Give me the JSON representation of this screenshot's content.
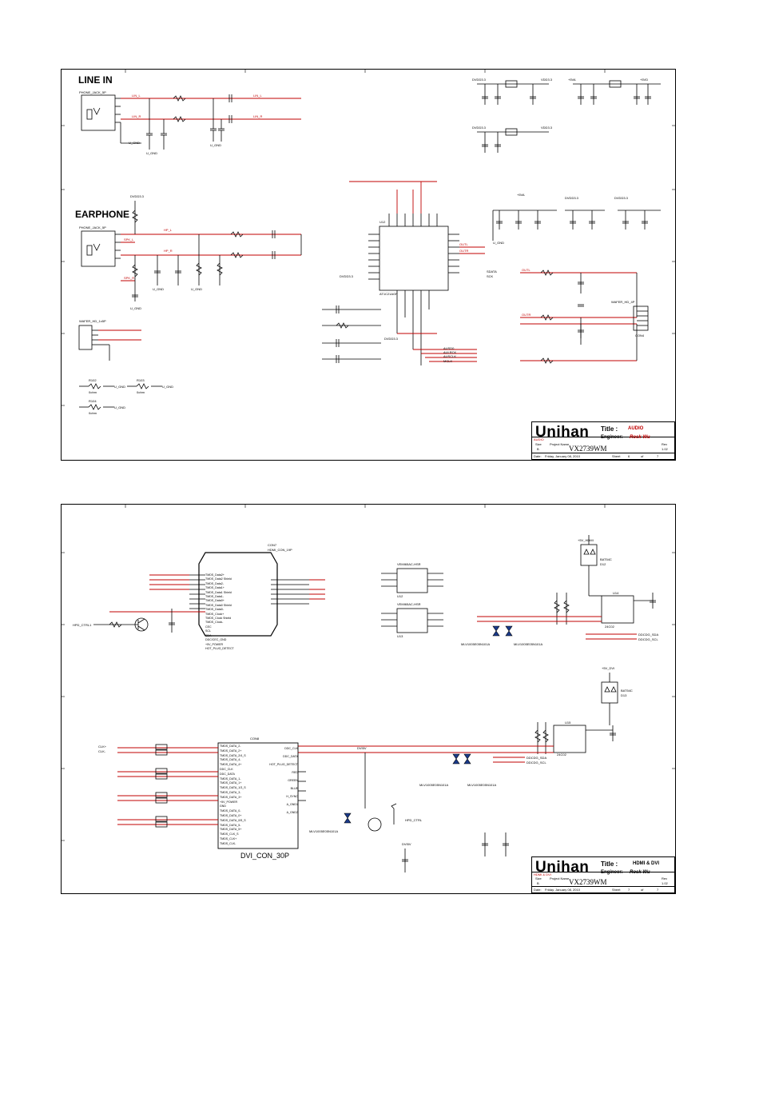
{
  "sheet1": {
    "section_line_in": "LINE IN",
    "section_earphone": "EARPHONE",
    "titleblock": {
      "company": "Unihan",
      "title_label": "Title :",
      "title": "AUDIO",
      "small_title": "AUDIO",
      "engineer_label": "Engineer:",
      "engineer": "Rock Wu",
      "size_label": "Size",
      "size": "B",
      "project_label": "Project Name",
      "project": "VX2739WM",
      "rev_label": "Rev",
      "rev": "1.02",
      "date_label": "Date:",
      "date": "Friday, January 08, 2010",
      "sheet_label": "Sheet",
      "sheet_no": "6",
      "of_label": "of",
      "sheet_total": "7"
    },
    "labels": {
      "jack1": "PHONE_JACK_5P",
      "jack2": "PHONE_JACK_5P",
      "wafer1": "WAFER_HD_1x5P",
      "wafer2": "WAFER_HD_4P",
      "conn4": "CON4",
      "ic": "AT1C21AGF",
      "ic_ref": "U12",
      "dvdd33_a": "DVDD3.3",
      "dvdd33_b": "DVDD3.3",
      "dvdd33_c": "DVDD3.3",
      "dvdd33_d": "DVDD3.3",
      "vdd33_a": "VDD3.3",
      "vdd33_b": "VDD3.3",
      "p5va": "+5VA",
      "p5vd": "+5VD",
      "u_gnd": "U_GND",
      "lin_l": "LIN_L",
      "lin_r": "LIN_R",
      "hp_l": "HP_L",
      "hp_r": "HP_R",
      "spkl": "SPK_L",
      "spkr": "SPK_R",
      "r102": "R102",
      "r103": "R103",
      "r104": "R104",
      "ohm0": "0ohm",
      "outl": "OUTL",
      "outr": "OUTR",
      "mclk": "MCLK",
      "aulrck": "AULRCK",
      "ausclk": "AUSCLK",
      "ausd": "AUSD0",
      "sdata": "SDATA",
      "sck": "SCK"
    }
  },
  "sheet2": {
    "titleblock": {
      "company": "Unihan",
      "title_label": "Title :",
      "title": "HDMI & DVI",
      "small_title": "HDMI & DVI",
      "engineer_label": "Engineer:",
      "engineer": "Rock Wu",
      "size_label": "Size",
      "size": "B",
      "project_label": "Project Name",
      "project": "VX2739WM",
      "rev_label": "Rev",
      "rev": "1.02",
      "date_label": "Date:",
      "date": "Friday, January 08, 2010",
      "sheet_label": "Sheet",
      "sheet_no": "7",
      "of_label": "of",
      "sheet_total": "7"
    },
    "labels": {
      "hdmi_con": "HDMI_CON_19P",
      "hdmi_ref": "CON7",
      "dvi_con": "DVI_CON_30P",
      "dvi_ref": "CON8",
      "bat54c_1": "BAT54C",
      "bat54c_2": "BAT54C",
      "d12": "D12",
      "d13": "D13",
      "eeprom1": "24C02",
      "eeprom2": "24C02",
      "u14": "U14",
      "u15": "U15",
      "esd1": "MLV1005E05N101A",
      "esd2": "MLV1005E05N101A",
      "esd3": "MLV1005E05N101A",
      "esd4": "MLV1005E05N101A",
      "esd5": "MLV1005E05N101A",
      "hpd_ctrl": "HPD_CTRL1",
      "hpd_ctrl2": "HPD_CTRL",
      "p5v_dvi": "+5V_DVI",
      "p5v_hdmi": "+5V_HDMI",
      "ddc_scl": "DDCDG_SCL",
      "ddc_sda": "DDCDG_SDA",
      "dvi_5v": "DVI5V",
      "clkp": "CLK+",
      "clkn": "CLK-",
      "vr1": "VEMI65AC-HSR",
      "vr2": "VEMI65AC-HSR",
      "u12": "U12",
      "u13": "U13"
    },
    "hdmi_pins": [
      "TMDS_Data2+",
      "TMDS_Data2 Shield",
      "TMDS_Data2-",
      "TMDS_Data1+",
      "TMDS_Data1 Shield",
      "TMDS_Data1-",
      "TMDS_Data0+",
      "TMDS_Data0 Shield",
      "TMDS_Data0-",
      "TMDS_Clock+",
      "TMDS_Clock Shield",
      "TMDS_Clock-",
      "CEC",
      "SCL",
      "SDA",
      "DDC/CEC_GND",
      "+5V_POWER",
      "HOT_PLUG_DETECT"
    ],
    "dvi_pins_left": [
      "TMDS_DATA_2-",
      "TMDS_DATA_2+",
      "TMDS_DATA_2/4_S",
      "TMDS_DATA_4-",
      "TMDS_DATA_4+",
      "DDC_CLK",
      "DDC_DATA",
      "TMDS_DATA_1-",
      "TMDS_DATA_1+",
      "TMDS_DATA_1/3_S",
      "TMDS_DATA_3-",
      "TMDS_DATA_3+",
      "+5V_POWER",
      "GND",
      "TMDS_DATA_0-",
      "TMDS_DATA_0+",
      "TMDS_DATA_0/5_S",
      "TMDS_DATA_5-",
      "TMDS_DATA_5+",
      "TMDS_CLK_S",
      "TMDS_CLK+",
      "TMDS_CLK-"
    ],
    "dvi_pins_right": [
      "DDC_CLK",
      "DDC_DATA",
      "HOT_PLUG_DETECT",
      "RED",
      "GREEN",
      "BLUE",
      "H_SYNC",
      "A_GND1",
      "A_GND2"
    ]
  }
}
